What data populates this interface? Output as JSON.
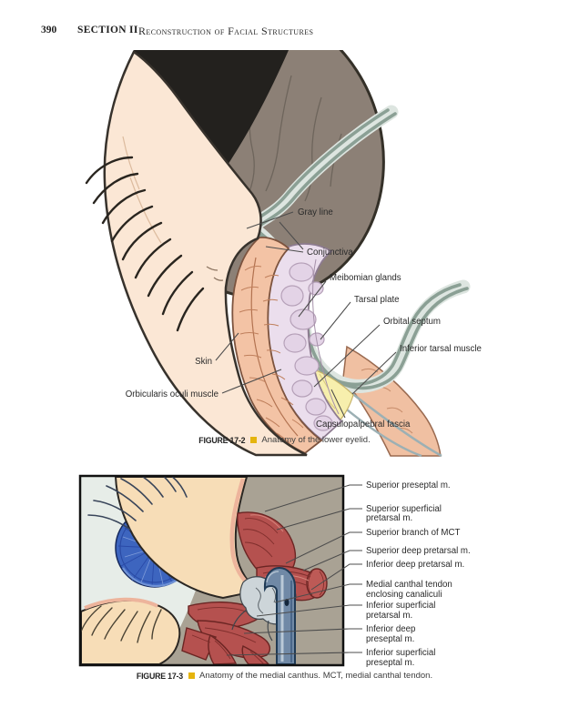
{
  "page": {
    "page_number": "390",
    "section_label": "SECTION II",
    "section_title": "Reconstruction of Facial Structures"
  },
  "figure2": {
    "caption_tag": "FIGURE 17-2",
    "caption_text": "Anatomy of the lower eyelid.",
    "labels": {
      "gray_line": "Gray line",
      "conjunctiva": "Conjunctiva",
      "meibomian_glands": "Meibomian glands",
      "tarsal_plate": "Tarsal plate",
      "orbital_septum": "Orbital septum",
      "inferior_tarsal_muscle": "Inferior tarsal muscle",
      "skin": "Skin",
      "orbicularis_oculi_muscle": "Orbicularis oculi muscle",
      "capsulopalpebral_fascia": "Capsulopalpebral fascia"
    }
  },
  "figure3": {
    "caption_tag": "FIGURE 17-3",
    "caption_text": "Anatomy of the medial canthus. MCT, medial canthal tendon.",
    "labels": {
      "superior_preseptal": "Superior preseptal m.",
      "superior_superficial_pretarsal_1": "Superior superficial",
      "superior_superficial_pretarsal_2": "pretarsal m.",
      "superior_branch_mct": "Superior branch of MCT",
      "superior_deep_pretarsal": "Superior deep pretarsal m.",
      "inferior_deep_pretarsal": "Inferior deep pretarsal m.",
      "medial_canthal_tendon_1": "Medial canthal tendon",
      "medial_canthal_tendon_2": "enclosing canaliculi",
      "inferior_superficial_pretarsal_1": "Inferior superficial",
      "inferior_superficial_pretarsal_2": "pretarsal m.",
      "inferior_deep_preseptal_1": "Inferior deep",
      "inferior_deep_preseptal_2": "preseptal m.",
      "inferior_superficial_preseptal_1": "Inferior superficial",
      "inferior_superficial_preseptal_2": "preseptal m."
    }
  },
  "colors": {
    "caption_bullet": "#E5B40E",
    "skin": "#FBE7D5",
    "muscle_red": "#B5514F",
    "tarsal_lavender": "#EBDEED",
    "conjunctiva_gray": "#8BA095",
    "fascia_yellow": "#F7EFAD",
    "iris_blue": "#3D65BF"
  }
}
